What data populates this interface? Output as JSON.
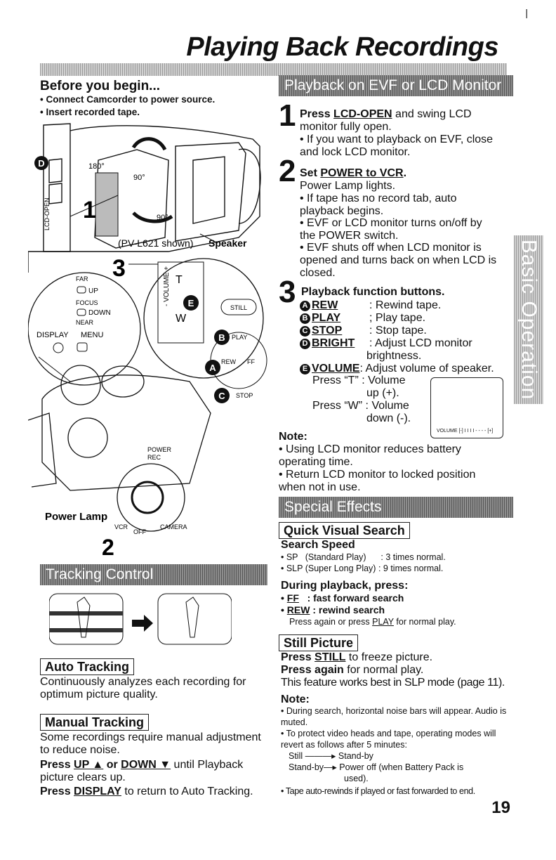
{
  "title": "Playing Back Recordings",
  "before": {
    "heading": "Before you begin...",
    "bullets": [
      "• Connect Camcorder to power source.",
      "• Insert recorded tape."
    ]
  },
  "figure": {
    "callout_d": "D",
    "label_1": "1",
    "label_3": "3",
    "label_2": "2",
    "label_180": "180°",
    "label_90a": "90°",
    "label_90b": "90°",
    "lcd_open": "LCD-OPEN",
    "shown": "(PV-L621 shown)",
    "speaker": "Speaker",
    "far": "FAR",
    "up": "UP",
    "focus": "FOCUS",
    "down": "DOWN",
    "near": "NEAR",
    "display": "DISPLAY",
    "menu": "MENU",
    "volume": "- VOLUME +",
    "t": "T",
    "w": "W",
    "still": "STILL",
    "play": "PLAY",
    "rew": "REW",
    "ff": "FF",
    "stop": "STOP",
    "callout_e": "E",
    "callout_b": "B",
    "callout_a": "A",
    "callout_c": "C",
    "power": "POWER",
    "rec": "REC",
    "power_lamp": "Power Lamp",
    "vcr": "VCR",
    "off": "OFF",
    "camera": "CAMERA"
  },
  "tracking": {
    "banner": "Tracking Control",
    "auto_heading": "Auto Tracking",
    "auto_text": "Continuously analyzes each recording for optimum picture quality.",
    "manual_heading": "Manual Tracking",
    "manual_text": "Some recordings require manual adjustment to reduce noise.",
    "press1_a": "Press ",
    "press1_up": "UP ▲",
    "press1_or": " or ",
    "press1_down": "DOWN ▼",
    "press1_b": " until Playback picture clears up.",
    "press2_a": "Press ",
    "press2_display": "DISPLAY",
    "press2_b": " to return to Auto Tracking."
  },
  "playback": {
    "banner": "Playback on EVF or LCD Monitor",
    "step1_num": "1",
    "step1_press": "Press ",
    "step1_key": "LCD-OPEN",
    "step1_rest": " and swing LCD monitor fully open.",
    "step1_bullet": "• If you want to playback on EVF, close and lock LCD monitor.",
    "step2_num": "2",
    "step2_set": "Set ",
    "step2_key": "POWER to VCR",
    "step2_dot": ".",
    "step2_line": "Power Lamp lights.",
    "step2_b1": "• If tape has no record tab, auto playback begins.",
    "step2_b2": "• EVF or LCD monitor turns on/off by the POWER switch.",
    "step2_b3": "• EVF shuts off when LCD monitor is opened and turns back on when LCD is closed.",
    "step3_num": "3",
    "step3_head": "Playback function buttons.",
    "functions": [
      {
        "letter": "A",
        "key": "REW",
        "desc": ": Rewind tape."
      },
      {
        "letter": "B",
        "key": "PLAY",
        "desc": "; Play tape."
      },
      {
        "letter": "C",
        "key": "STOP",
        "desc": ": Stop tape."
      },
      {
        "letter": "D",
        "key": "BRIGHT",
        "desc": ": Adjust LCD monitor"
      },
      {
        "letter": "E",
        "key": "VOLUME",
        "desc": ": Adjust volume of speaker."
      }
    ],
    "bright_cont": "brightness.",
    "press_t": "Press “T” : Volume",
    "up": "up (+).",
    "press_w": "Press “W” : Volume",
    "down": "down (-).",
    "vol_bar": "VOLUME [-] I I I I - - - - [+]",
    "note_head": "Note:",
    "note1": "• Using LCD monitor reduces battery operating time.",
    "note2": "• Return LCD monitor to locked position when not in use."
  },
  "special": {
    "banner": "Special Effects",
    "qvs_heading": "Quick Visual Search",
    "speed_head": "Search Speed",
    "sp": "• SP   (Standard Play)      : 3 times normal.",
    "slp": "• SLP (Super Long Play) : 9 times normal.",
    "during_head": "During playback, press:",
    "ff_key": "FF",
    "ff_rest": "   : fast forward search",
    "rew_key": "REW",
    "rew_rest": " : rewind search",
    "again_a": "Press again or press ",
    "again_key": "PLAY",
    "again_b": " for normal play.",
    "still_heading": "Still Picture",
    "still_a": "Press ",
    "still_key": "STILL",
    "still_b": " to freeze picture.",
    "again_bold": "Press again",
    "again_rest": " for normal play.",
    "slp_note": "This feature works best in SLP mode (page 11).",
    "note_head": "Note:",
    "n1": "• During search, horizontal noise bars will appear. Audio is muted.",
    "n2": "• To protect video heads and tape, operating modes will revert as follows after 5 minutes:",
    "n2a_left": "Still",
    "n2a_right": "Stand-by",
    "n2b_left": "Stand-by",
    "n2b_right": "Power off (when Battery Pack is",
    "n2b_cont": "used).",
    "n3": "• Tape auto-rewinds if played or fast forwarded to end."
  },
  "side_tab": "Basic Operation",
  "page_number": "19",
  "corner_mark": "|"
}
